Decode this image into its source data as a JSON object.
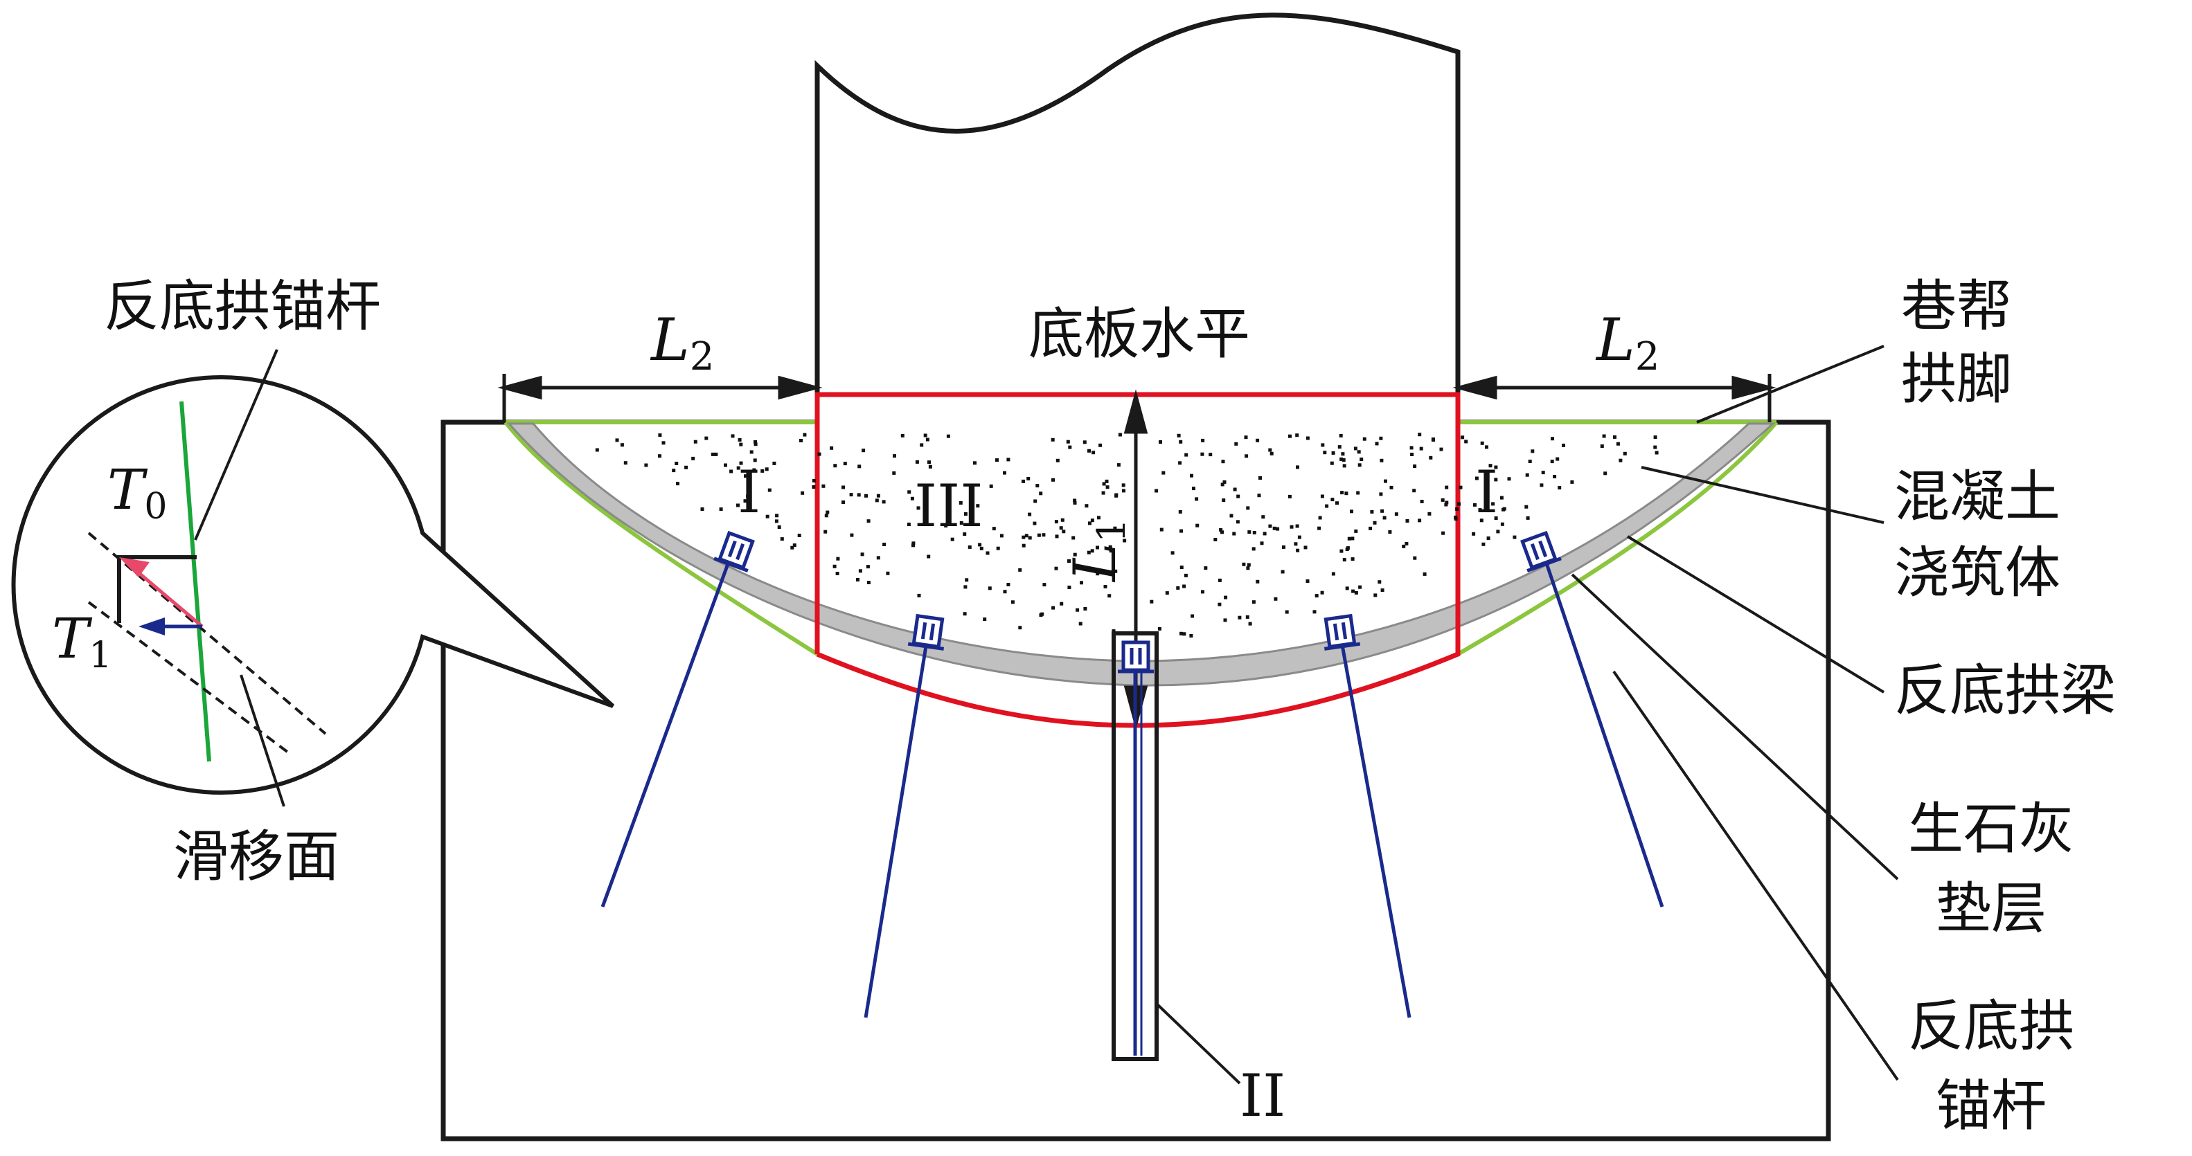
{
  "labels": {
    "floor_level": "底板水平",
    "l2_left_main": "L",
    "l2_left_sub": "2",
    "l2_right_main": "L",
    "l2_right_sub": "2",
    "l1_main": "L",
    "l1_sub": "1",
    "zone_I_left": "I",
    "zone_III": "III",
    "zone_I_right": "I",
    "zone_II": "II",
    "callout_anchor": "反底拱锚杆",
    "callout_T0_main": "T",
    "callout_T0_sub": "0",
    "callout_T1_main": "T",
    "callout_T1_sub": "1",
    "callout_slip": "滑移面",
    "right_wall_foot_1": "巷帮",
    "right_wall_foot_2": "拱脚",
    "right_concrete_1": "混凝土",
    "right_concrete_2": "浇筑体",
    "right_beam": "反底拱梁",
    "right_lime_1": "生石灰",
    "right_lime_2": "垫层",
    "right_anchor_1": "反底拱",
    "right_anchor_2": "锚杆"
  },
  "colors": {
    "outline": "#1a1a1a",
    "red_zone": "#e0121f",
    "green_layer": "#8cc63f",
    "gray_layer": "#c0c0c0",
    "anchor_blue": "#1a2a8c",
    "green_bolt": "#1aa63a",
    "pink_arrow": "#e8496a"
  },
  "icons": {
    "callout": "magnified-detail-circle",
    "anchor": "anchor-bolt-icon"
  }
}
